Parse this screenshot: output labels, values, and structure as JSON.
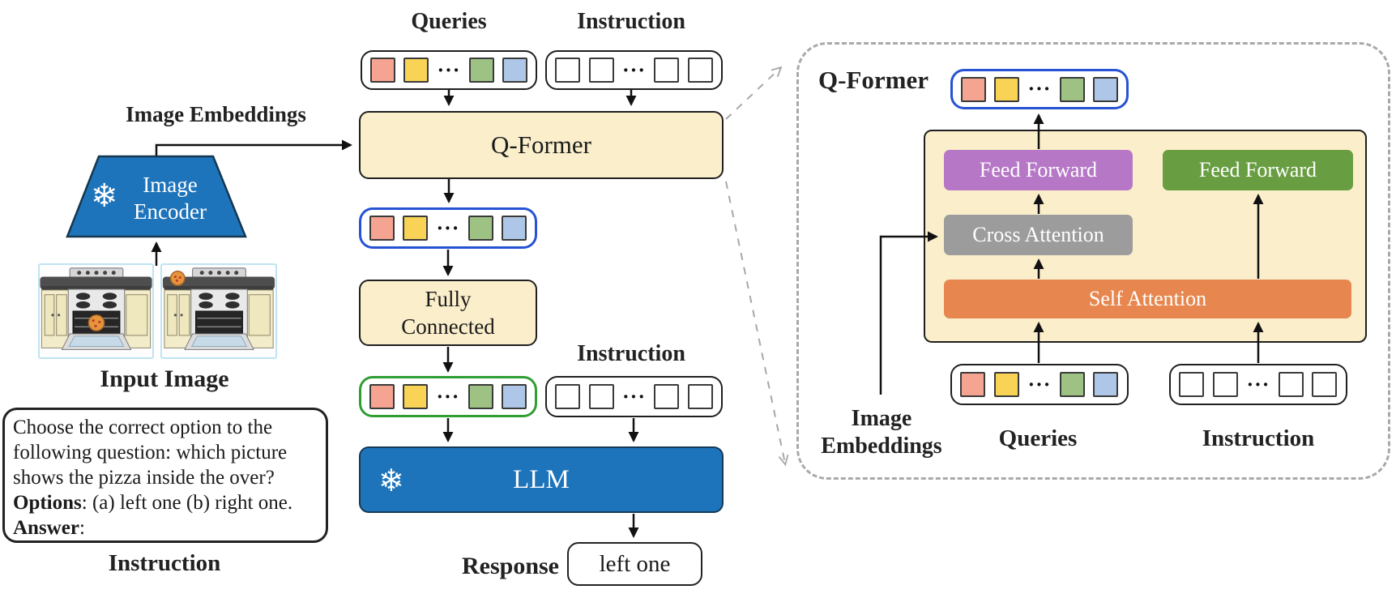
{
  "palette": {
    "box_beige": "#FAEECB",
    "box_blue": "#1E74BB",
    "purple_block": "#B678C6",
    "green_block": "#689E41",
    "gray_block": "#9C9C9C",
    "orange_block": "#E7874F",
    "token_red": "#F5A491",
    "token_yellow": "#F8D355",
    "token_green": "#9DC284",
    "token_blue": "#AEC7E8",
    "blue_row_border": "#2653D4",
    "green_row_border": "#2F9E33",
    "dashed_border_gray": "#A9A9A9"
  },
  "icons": {
    "snowflake": "❄"
  },
  "tokens": {
    "dots": "···"
  },
  "left": {
    "image_embeddings_label": "Image Embeddings",
    "image_encoder_label": "Image Encoder",
    "input_image_label": "Input Image",
    "instruction_label": "Instruction",
    "prompt": {
      "line1": "Choose the correct option to the",
      "line2": "following question: which picture",
      "line3": "shows the pizza inside the over?",
      "options_bold": "Options",
      "options_rest": ": (a) left one (b) right one.",
      "answer_bold": "Answer",
      "answer_rest": ":"
    }
  },
  "middle": {
    "queries_label": "Queries",
    "instruction_label_top": "Instruction",
    "qformer_label": "Q-Former",
    "fully_connected_label": "Fully Connected",
    "instruction_label_mid": "Instruction",
    "llm_label": "LLM",
    "response_label": "Response",
    "response_value": "left one"
  },
  "right": {
    "qformer_label": "Q-Former",
    "feed_forward_left_label": "Feed Forward",
    "feed_forward_right_label": "Feed Forward",
    "cross_attention_label": "Cross Attention",
    "self_attention_label": "Self Attention",
    "image_embeddings_label": "Image Embeddings",
    "queries_label": "Queries",
    "instruction_label": "Instruction"
  }
}
